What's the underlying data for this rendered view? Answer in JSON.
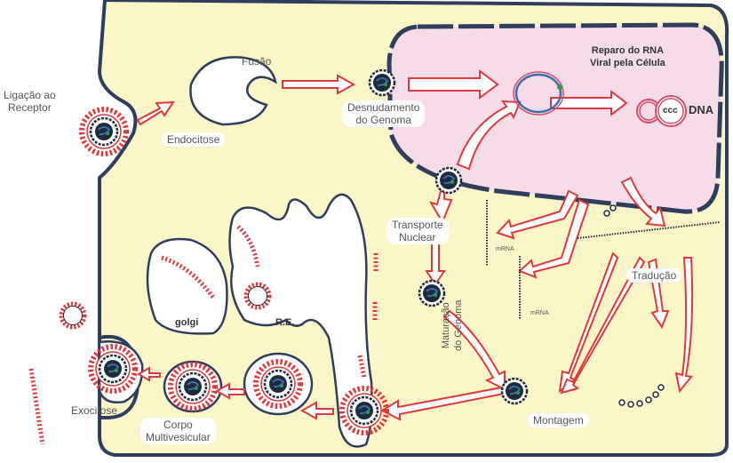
{
  "colors": {
    "cytoplasm": "#FAF6C8",
    "nucleus": "#F6DCE8",
    "membrane": "#2E3E5C",
    "arrow": "#E0383C",
    "virus_spike": "#E0383C",
    "capsid": "#1F2A3A",
    "rna": "#3A6FB0",
    "dna_ring": "#D84A6A"
  },
  "labels": {
    "receptor_binding": "Ligação ao\nReceptor",
    "fusion": "Fusão",
    "endocytosis": "Endocitose",
    "uncoating": "Desnudamento\ndo Genoma",
    "rna_repair": "Reparo do RNA\nViral pela Célula",
    "ccc": "ccc",
    "dna": "DNA",
    "nuclear_transport": "Transporte\nNuclear",
    "mrna_1": "mRNA",
    "mrna_2": "mRNA",
    "translation": "Tradução",
    "golgi": "golgi",
    "er": "R.E.",
    "genome_maturation": "Maturação\ndo Genoma",
    "assembly": "Montagem",
    "exocytosis": "Exocitose",
    "multivesicular_body": "Corpo\nMultivesicular"
  },
  "icons": [
    "virion-icon",
    "capsid-icon",
    "rna-circle-icon",
    "cccdna-icon",
    "protein-chain-icon"
  ]
}
